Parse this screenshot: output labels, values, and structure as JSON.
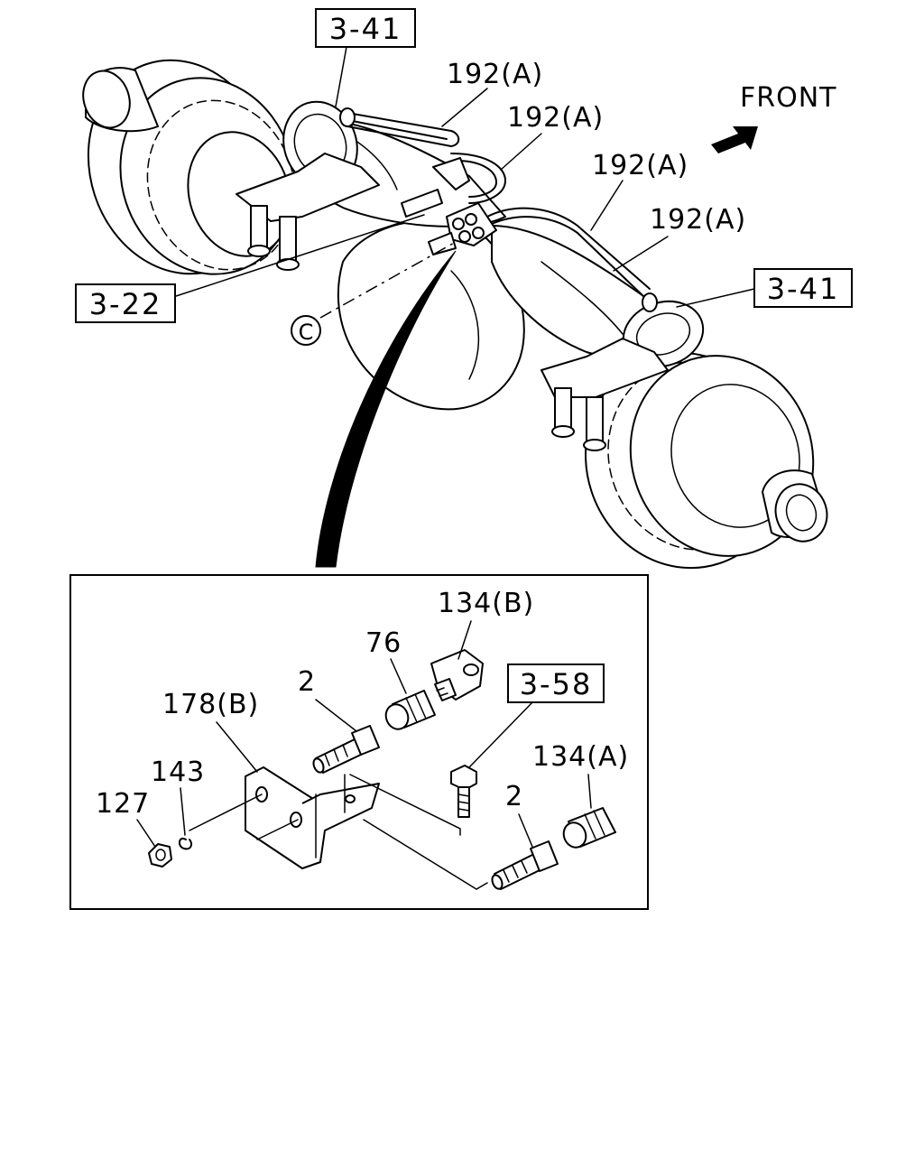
{
  "direction": {
    "label": "FRONT"
  },
  "callouts": {
    "ref_341_top": "3-41",
    "ref_341_right": "3-41",
    "ref_322": "3-22",
    "ref_358": "3-58",
    "p192a_1": "192(A)",
    "p192a_2": "192(A)",
    "p192a_3": "192(A)",
    "p192a_4": "192(A)",
    "detail_marker": "C",
    "p134b": "134(B)",
    "p76": "76",
    "p2_top": "2",
    "p178b": "178(B)",
    "p143": "143",
    "p127": "127",
    "p2_bottom": "2",
    "p134a": "134(A)"
  }
}
